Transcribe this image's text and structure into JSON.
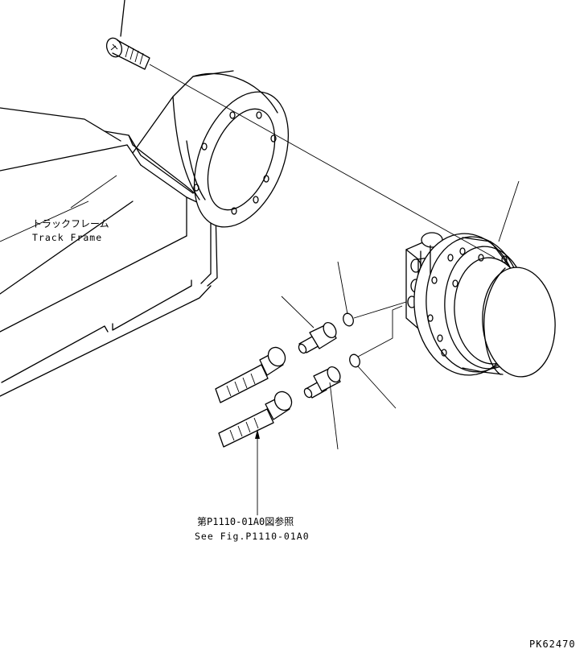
{
  "labels": {
    "track_frame_jp": "トラックフレーム",
    "track_frame_en": "Track Frame",
    "see_fig_jp": "第P1110-01A0図参照",
    "see_fig_en": "See Fig.P1110-01A0",
    "drawing_number": "PK62470"
  }
}
